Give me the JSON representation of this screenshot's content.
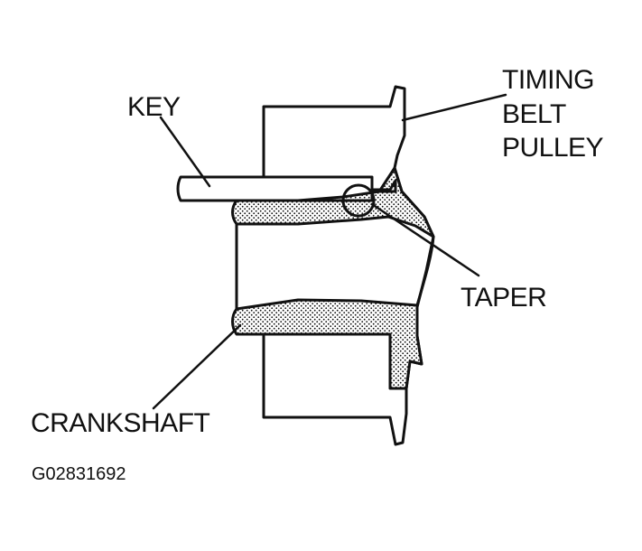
{
  "labels": {
    "key": "KEY",
    "timing_line1": "TIMING",
    "timing_line2": "BELT",
    "timing_line3": "PULLEY",
    "taper": "TAPER",
    "crankshaft": "CRANKSHAFT",
    "figure_code": "G02831692"
  },
  "colors": {
    "ink": "#111111",
    "background": "#ffffff"
  }
}
